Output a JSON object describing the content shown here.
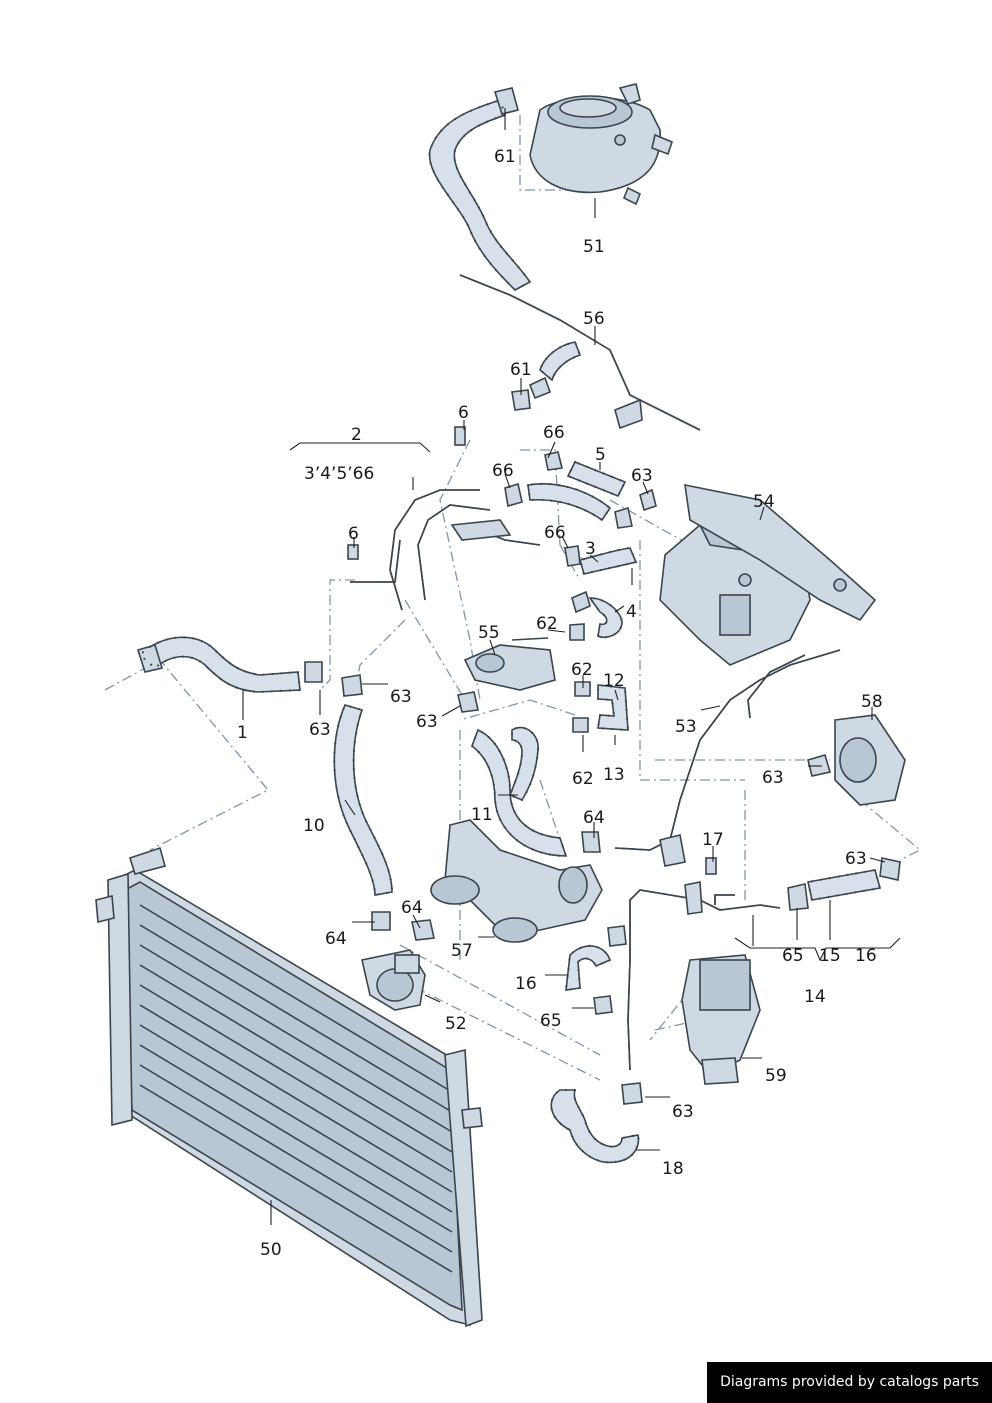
{
  "labels": {
    "l1": "1",
    "l2": "2",
    "l2sub": "3’4’5’66",
    "l3": "3",
    "l4": "4",
    "l5": "5",
    "l6a": "6",
    "l6b": "6",
    "l10": "10",
    "l11": "11",
    "l12": "12",
    "l13": "13",
    "l14": "14",
    "l15": "15",
    "l16a": "16",
    "l16b": "16",
    "l17": "17",
    "l18": "18",
    "l50": "50",
    "l51": "51",
    "l52": "52",
    "l53": "53",
    "l54": "54",
    "l55": "55",
    "l56": "56",
    "l57": "57",
    "l58": "58",
    "l59": "59",
    "l61a": "61",
    "l61b": "61",
    "l62a": "62",
    "l62b": "62",
    "l62c": "62",
    "l63a": "63",
    "l63b": "63",
    "l63c": "63",
    "l63d": "63",
    "l63e": "63",
    "l63f": "63",
    "l63g": "63",
    "l64a": "64",
    "l64b": "64",
    "l64c": "64",
    "l65a": "65",
    "l65b": "65",
    "l66a": "66",
    "l66b": "66",
    "l66c": "66"
  },
  "footer": {
    "credit": "Diagrams provided by catalogs parts"
  },
  "colors": {
    "line": "#3b4550",
    "fill": "#cfd9e4",
    "dash": "#7e97ad",
    "credit_bg": "#000000"
  }
}
